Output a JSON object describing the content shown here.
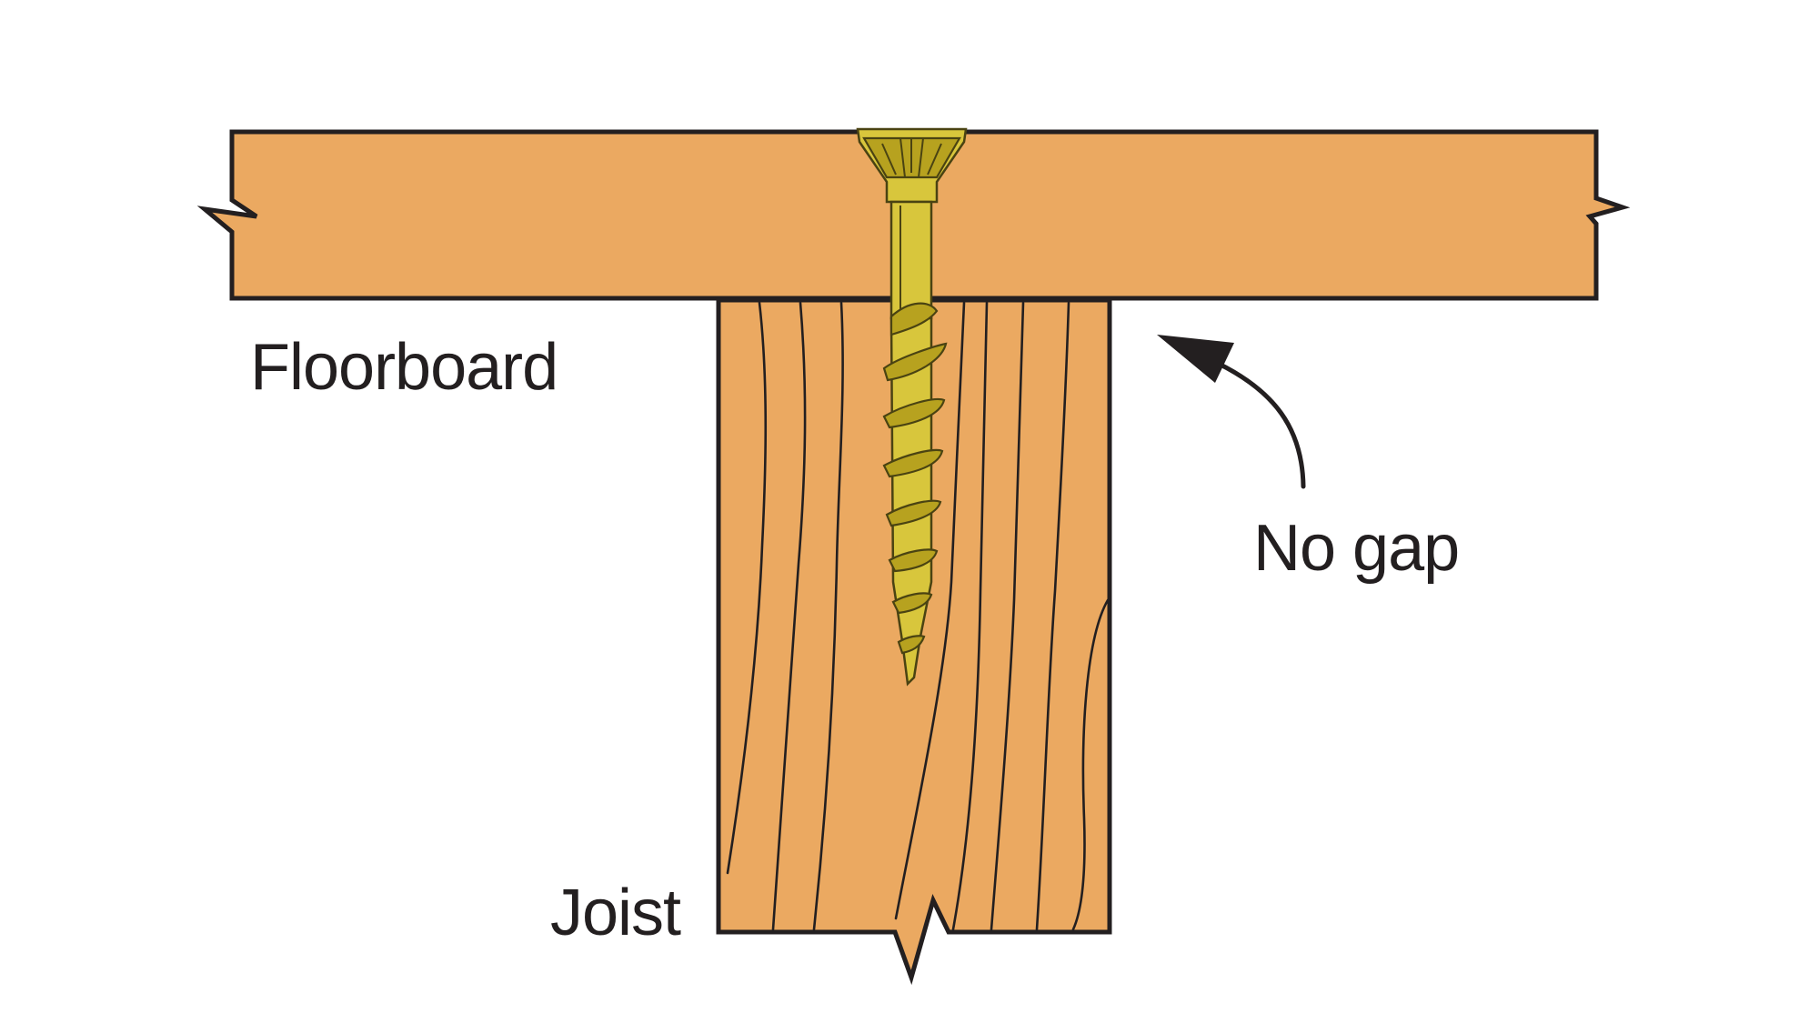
{
  "labels": {
    "floorboard": "Floorboard",
    "joist": "Joist",
    "gap_note": "No gap"
  },
  "colors": {
    "wood": "#eba961",
    "outline": "#231f20",
    "screw": "#d8c63c",
    "screw_shadow": "#b7a21f"
  },
  "icons": {
    "screw": "wood-screw-icon",
    "arrow": "curved-arrow-icon"
  }
}
